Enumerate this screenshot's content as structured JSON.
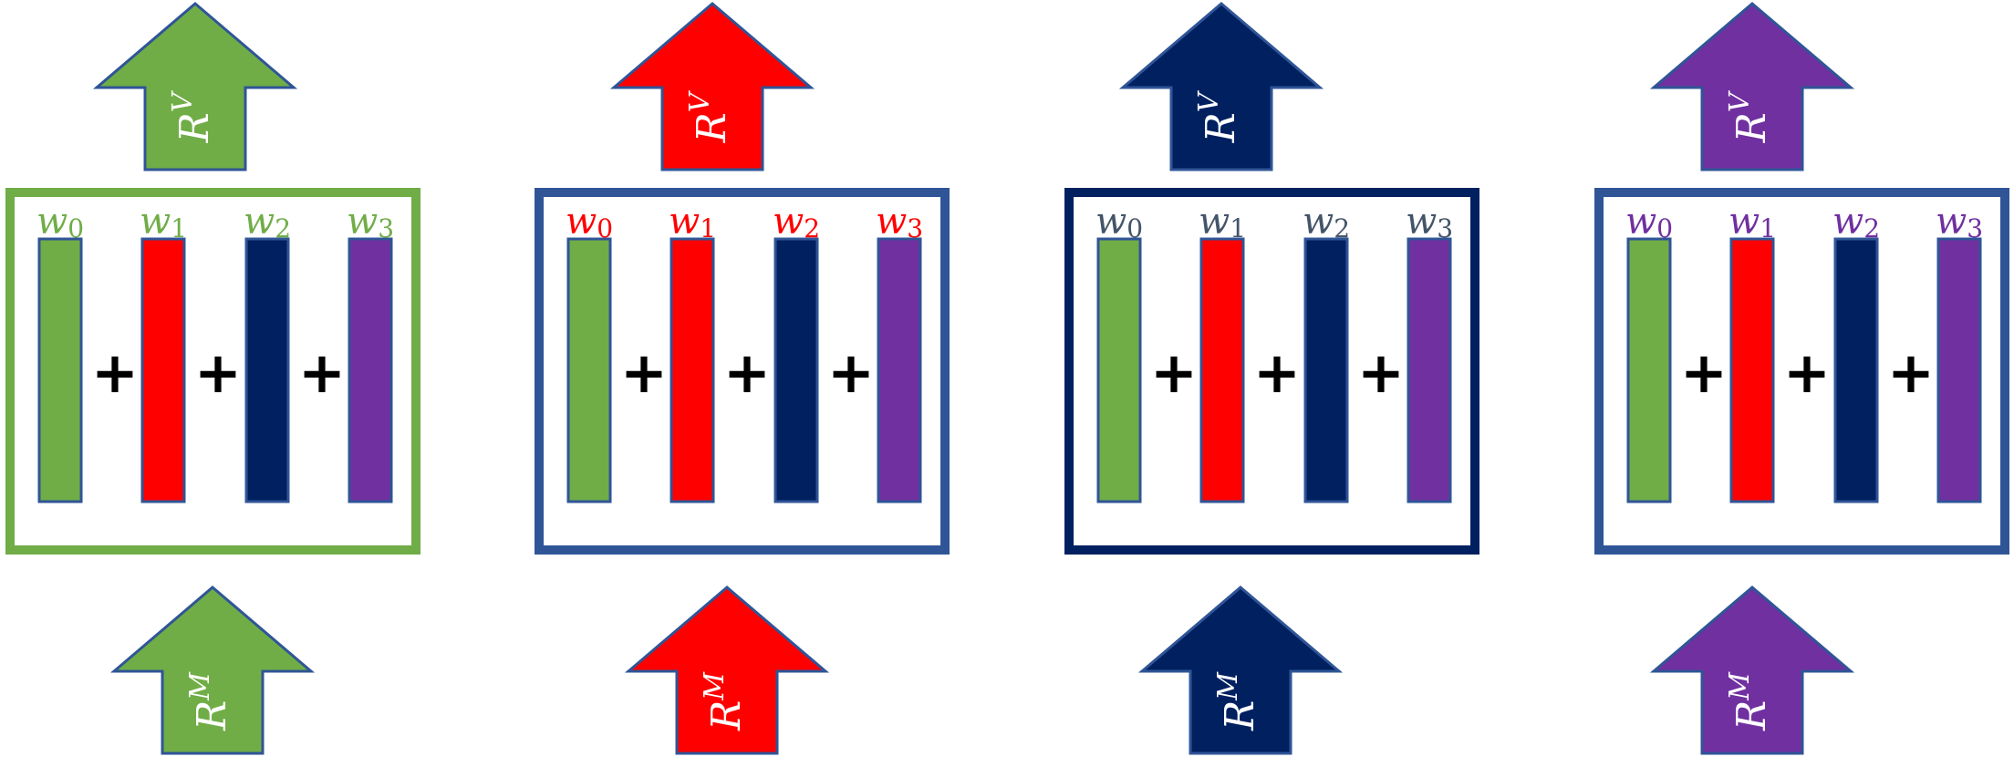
{
  "colors": {
    "green": "#70AD47",
    "red": "#FF0000",
    "navy": "#002060",
    "purple": "#7030A0",
    "default_frame": "#2F5597",
    "arrow_outline": "#2F5597",
    "default_weight_label": "#44546A"
  },
  "columns": [
    {
      "color": "green",
      "frame_color": "green",
      "weight_label_color": "green"
    },
    {
      "color": "red",
      "frame_color": "default_frame",
      "weight_label_color": "red"
    },
    {
      "color": "navy",
      "frame_color": "navy",
      "weight_label_color": "default_weight_label"
    },
    {
      "color": "purple",
      "frame_color": "default_frame",
      "weight_label_color": "purple"
    }
  ],
  "bar_colors": [
    "green",
    "red",
    "navy",
    "purple"
  ],
  "weights": [
    {
      "symbol": "w",
      "subscript": "0"
    },
    {
      "symbol": "w",
      "subscript": "1"
    },
    {
      "symbol": "w",
      "subscript": "2"
    },
    {
      "symbol": "w",
      "subscript": "3"
    }
  ],
  "operator": "+",
  "top_arrow": {
    "symbol": "R",
    "superscript": "V"
  },
  "bottom_arrow": {
    "symbol": "R",
    "superscript": "M"
  }
}
